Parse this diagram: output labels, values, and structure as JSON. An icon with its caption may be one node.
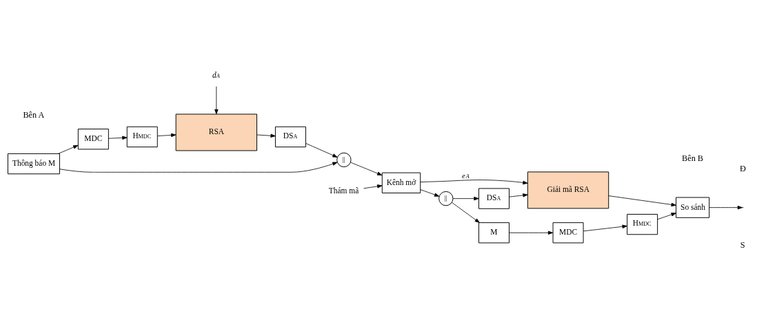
{
  "diagram": {
    "nodes": [
      {
        "text": [
          "Thông báo M"
        ]
      },
      {
        "text": [
          "MDC"
        ]
      },
      {
        "text": [
          "H$_{MDC}$"
        ]
      },
      {
        "text": [
          "RSA"
        ]
      },
      {
        "text": [
          "DS$_{A}$"
        ]
      },
      {
        "text": [
          "||"
        ]
      },
      {
        "text": [
          "d$_{A}$"
        ]
      },
      {
        "text": [
          "Thám mã"
        ]
      },
      {
        "text": [
          "Kênh mở"
        ]
      },
      {
        "text": [
          "Giải mã RSA"
        ]
      },
      {
        "text": [
          "DS$_{A}$"
        ]
      },
      {
        "text": [
          "||"
        ]
      },
      {
        "text": [
          "So sánh"
        ]
      },
      {
        "text": [
          "M"
        ]
      },
      {
        "text": [
          "MDC"
        ]
      },
      {
        "text": [
          "H$_{MDC}$"
        ]
      }
    ],
    "edges": [
      {
        "from": 0,
        "to": 1,
        "arrow": "to"
      },
      {
        "from": 1,
        "to": 2,
        "arrow": "to"
      },
      {
        "from": 2,
        "to": 3,
        "arrow": "to"
      },
      {
        "from": 3,
        "to": 4,
        "arrow": "to"
      },
      {
        "from": 4,
        "to": 5,
        "arrow": "to"
      },
      {
        "from": 0,
        "to": 5,
        "arrow": "to"
      },
      {
        "from": 6,
        "to": 3,
        "arrow": "to"
      },
      {
        "from": 5,
        "to": 8,
        "arrow": "to"
      },
      {
        "from": 7,
        "to": 8,
        "arrow": "to"
      },
      {
        "from": 8,
        "to": 9,
        "arrow": "to",
        "label": "e$_{A}$"
      },
      {
        "from": 8,
        "to": 11,
        "arrow": "to"
      },
      {
        "from": 11,
        "to": 10,
        "arrow": "to"
      },
      {
        "from": 10,
        "to": 9,
        "arrow": "to"
      },
      {
        "from": 9,
        "to": 12,
        "arrow": "to"
      },
      {
        "from": 12,
        "to": null,
        "arrow": "to"
      },
      {
        "from": 11,
        "to": 13,
        "arrow": "to"
      },
      {
        "from": 13,
        "to": 14,
        "arrow": "to"
      },
      {
        "from": 14,
        "to": 15,
        "arrow": "to"
      },
      {
        "from": 15,
        "to": 12,
        "arrow": "to"
      }
    ],
    "labels": [
      "Bên A",
      "Bên B",
      "Đ",
      "S"
    ]
  }
}
